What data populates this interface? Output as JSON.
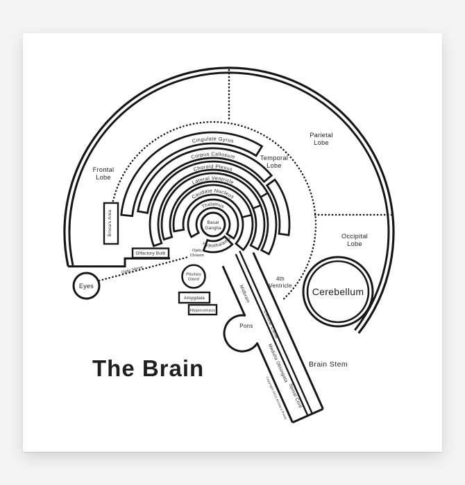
{
  "title": "The Brain",
  "copyright": "Copyright 2015 Archie's Press",
  "lobes": {
    "frontal_line1": "Frontal",
    "frontal_line2": "Lobe",
    "parietal_line1": "Parietal",
    "parietal_line2": "Lobe",
    "temporal_line1": "Temporal",
    "temporal_line2": "Lobe",
    "occipital_line1": "Occipital",
    "occipital_line2": "Lobe"
  },
  "rings": {
    "cingulate": "Cingulate Gyrus",
    "corpus": "Corpus Callosum",
    "choroid": "Choroid Plexus",
    "lateral": "Lateral Ventricle",
    "caudate": "Caudate Nucleus",
    "thalamus": "Thalamus",
    "hypothalamus": "Hypothalamus",
    "basal_line1": "Basal",
    "basal_line2": "Ganglia"
  },
  "structures": {
    "brocas": "Broca's Area",
    "olfactory": "Olfactory Bulb",
    "eyes": "Eyes",
    "optic_nerve": "Optic Nerve",
    "optic_chiasm_line1": "Optic",
    "optic_chiasm_line2": "Chiasm",
    "pituitary_line1": "Pituitary",
    "pituitary_line2": "Gland",
    "amygdala": "Amygdala",
    "hippocampus": "Hippocampus",
    "pons": "Pons",
    "midbrain": "Midbrain",
    "central_canal": "Central Canal",
    "medulla": "Medulla Oblongata",
    "spinal_cord": "Spinal Cord",
    "fourth_ventricle_line1": "4th",
    "fourth_ventricle_line2": "Ventricle",
    "cerebellum": "Cerebellum",
    "brain_stem": "Brain Stem"
  },
  "colors": {
    "ink": "#161616",
    "paper": "#ffffff",
    "backdrop": "#f4f4f5"
  }
}
